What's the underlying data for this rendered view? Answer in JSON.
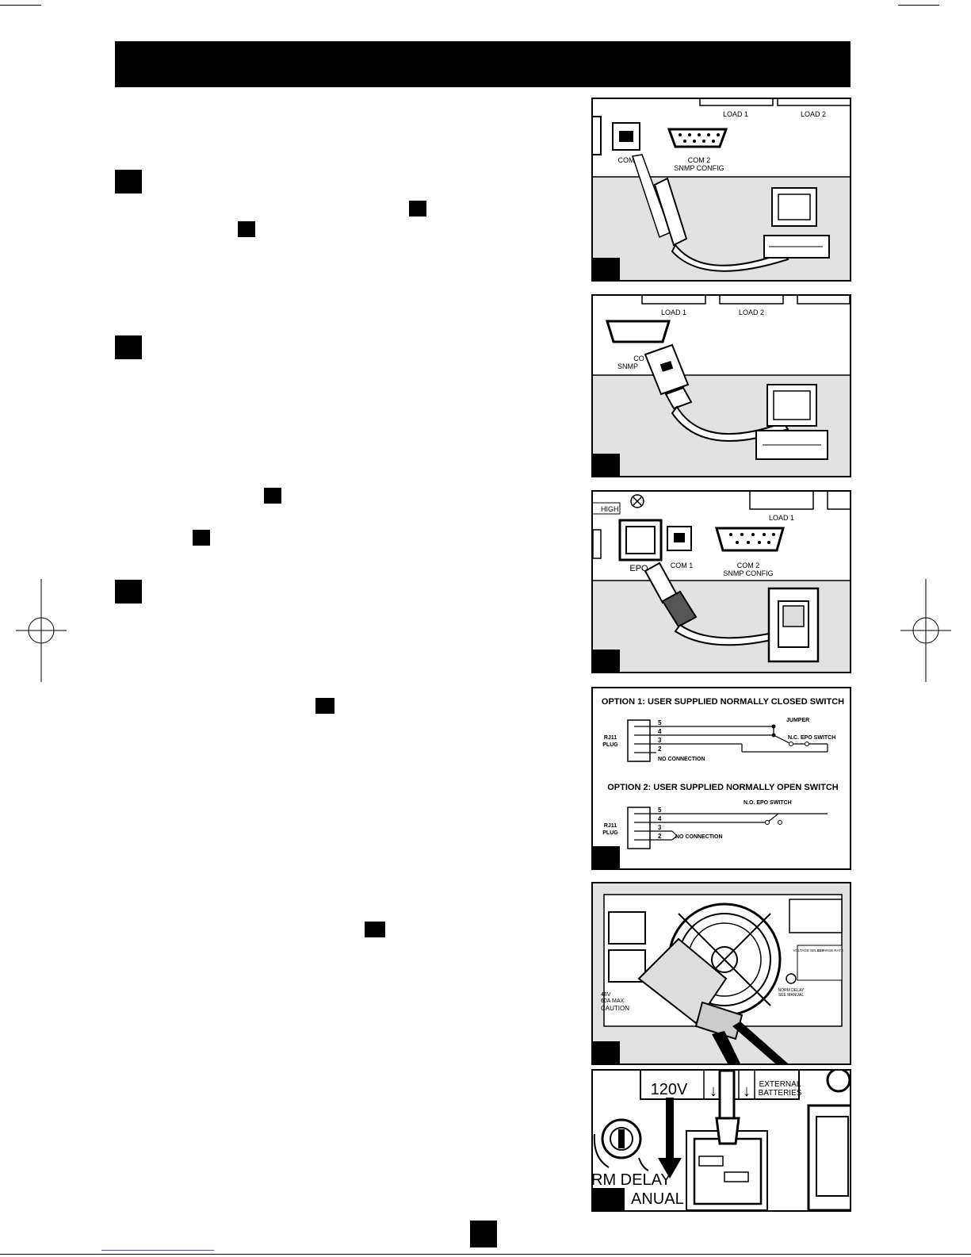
{
  "panels": {
    "p1": {
      "load1": "LOAD 1",
      "load2": "LOAD 2",
      "com": "COM",
      "com2": "COM 2",
      "snmp": "SNMP CONFIG"
    },
    "p2": {
      "load1": "LOAD 1",
      "load2": "LOAD 2",
      "co": "CO",
      "snmp_partial": "SNMP"
    },
    "p3": {
      "high": "HIGH",
      "load1": "LOAD 1",
      "epo": "EPO",
      "com1": "COM 1",
      "com2": "COM 2",
      "snmp": "SNMP CONFIG"
    },
    "p4": {
      "option1": "OPTION 1: USER SUPPLIED NORMALLY CLOSED SWITCH",
      "option2": "OPTION 2: USER SUPPLIED NORMALLY OPEN SWITCH",
      "jumper": "JUMPER",
      "nc_switch": "N.C. EPO SWITCH",
      "no_switch": "N.O. EPO SWITCH",
      "rj11": "RJ11",
      "plug": "PLUG",
      "no_connection": "NO CONNECTION",
      "pins": [
        "5",
        "4",
        "3",
        "2"
      ]
    },
    "p5": {
      "volts": "48V",
      "amps": "60A MAX.",
      "caution": "CAUTION",
      "norm_delay": "NORM DELAY",
      "see_manual": "SEE MANUAL",
      "voltage_select": "VOLTAGE SELECT",
      "charge_rate": "CHARGE RATE"
    },
    "p6": {
      "v120": "120V",
      "external": "EXTERNAL",
      "batteries": "BATTERIES",
      "rm_delay": "RM DELAY",
      "anual": "ANUAL"
    }
  }
}
